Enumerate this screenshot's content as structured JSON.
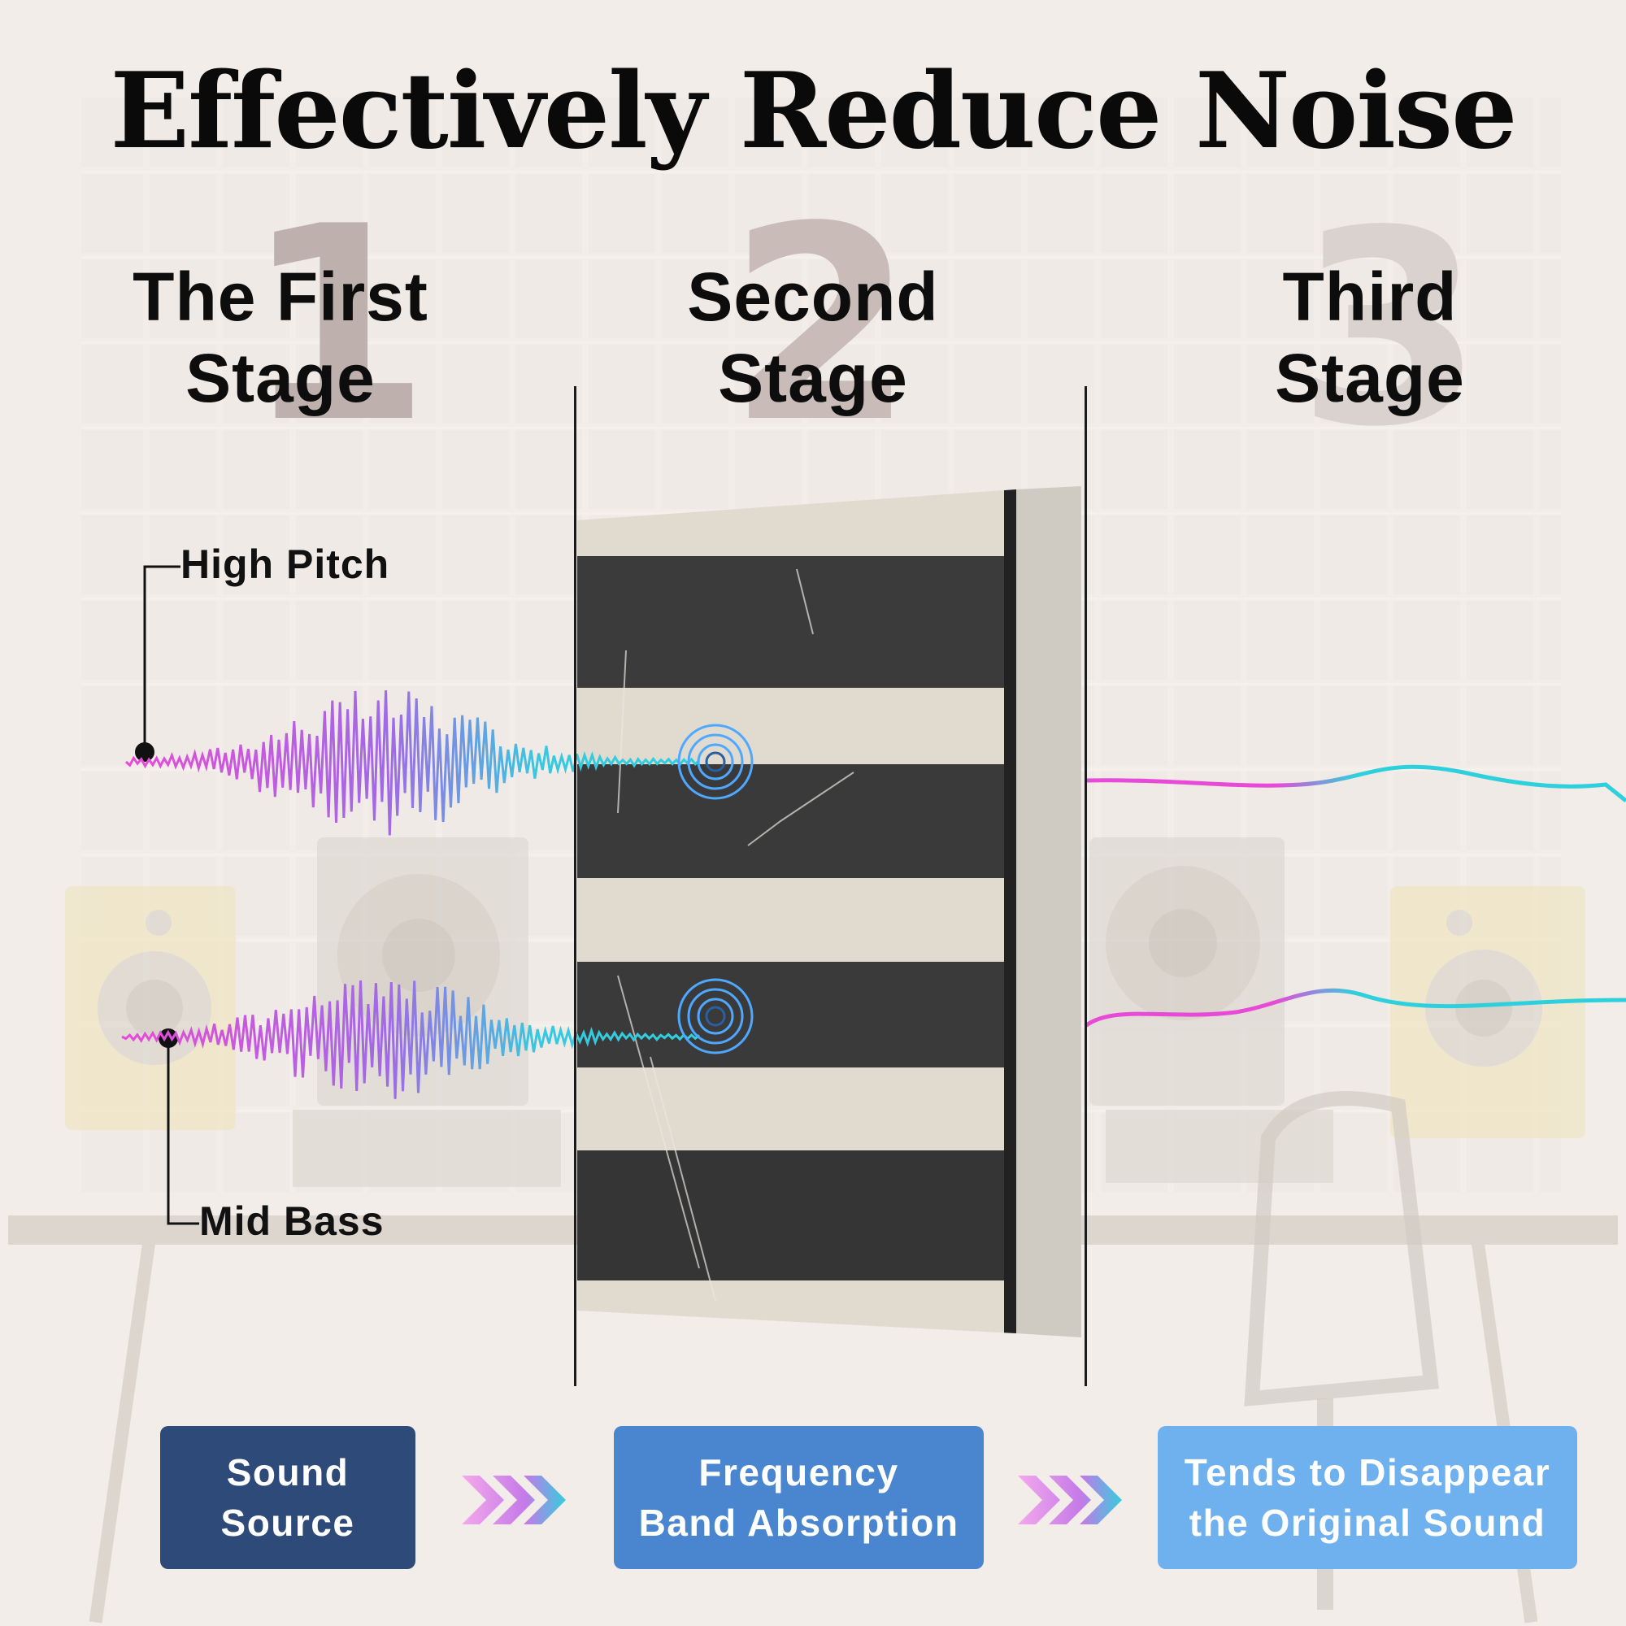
{
  "title": "Effectively Reduce Noise",
  "stages": [
    {
      "number": "1",
      "line1": "The First",
      "line2": "Stage"
    },
    {
      "number": "2",
      "line1": "Second",
      "line2": "Stage"
    },
    {
      "number": "3",
      "line1": "Third",
      "line2": "Stage"
    }
  ],
  "labels": {
    "high": "High Pitch",
    "mid": "Mid Bass"
  },
  "flow": [
    {
      "line1": "Sound",
      "line2": "Source",
      "color": "#2e4a78"
    },
    {
      "line1": "Frequency",
      "line2": "Band Absorption",
      "color": "#4a86d0"
    },
    {
      "line1": "Tends to Disappear",
      "line2": "the Original Sound",
      "color": "#6fb0ef"
    }
  ],
  "colors": {
    "magenta": "#e84ad8",
    "cyan": "#2fd0dd",
    "ring": "#4fa8ff"
  },
  "icons": [
    "chevron-right-icon",
    "target-ring-icon",
    "speaker-icon"
  ]
}
